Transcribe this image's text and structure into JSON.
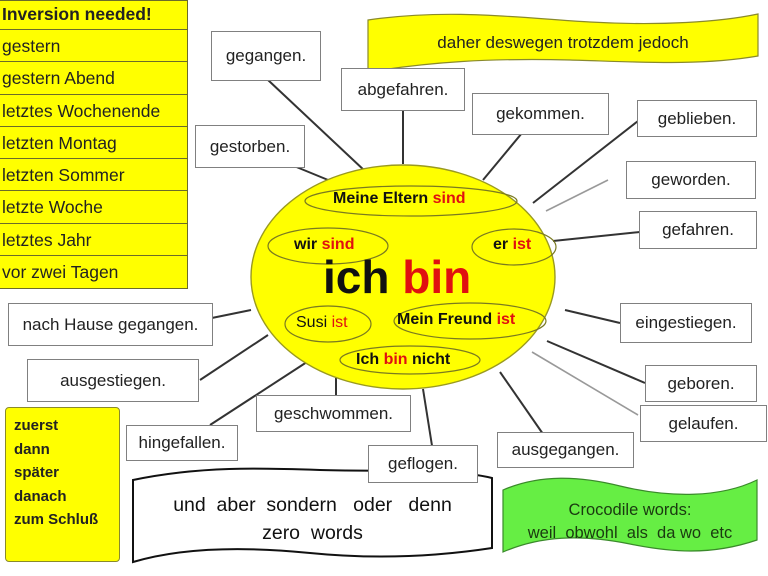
{
  "colors": {
    "yellow": "#ffff00",
    "green": "#66ee44",
    "red_verb": "#e01010",
    "box_border": "#808080"
  },
  "inversion_table": {
    "header": "Inversion needed!",
    "items": [
      "gestern",
      "gestern Abend",
      "letztes Wochenende",
      "letzten Montag",
      "letzten Sommer",
      "letzte Woche",
      "letztes Jahr",
      "vor zwei Tagen"
    ]
  },
  "top_banner": {
    "text": "daher  deswegen  trotzdem jedoch"
  },
  "center": {
    "main_subject": "ich",
    "main_verb": "bin",
    "phrases": [
      {
        "subject": "Meine Eltern",
        "verb": "sind",
        "suffix": ""
      },
      {
        "subject": "wir",
        "verb": "sind",
        "suffix": ""
      },
      {
        "subject": "er",
        "verb": "ist",
        "suffix": ""
      },
      {
        "subject": "Susi",
        "verb": "ist",
        "suffix": ""
      },
      {
        "subject": "Mein Freund",
        "verb": "ist",
        "suffix": ""
      },
      {
        "subject": "Ich",
        "verb": "bin",
        "suffix": "nicht"
      }
    ]
  },
  "participles": [
    "gegangen.",
    "abgefahren.",
    "gekommen.",
    "geblieben.",
    "gestorben.",
    "geworden.",
    "gefahren.",
    "nach Hause gegangen.",
    "eingestiegen.",
    "ausgestiegen.",
    "geboren.",
    "geschwommen.",
    "gelaufen.",
    "hingefallen.",
    "geflogen.",
    "ausgegangen."
  ],
  "sequence_words": [
    "zuerst",
    "dann",
    "später",
    "danach",
    "zum Schluß"
  ],
  "zero_words_banner": {
    "line1": "und  aber  sondern   oder   denn",
    "line2": "zero  words"
  },
  "crocodile_banner": {
    "line1": "Crocodile words:",
    "line2": "weil  obwohl  als  da wo  etc"
  }
}
